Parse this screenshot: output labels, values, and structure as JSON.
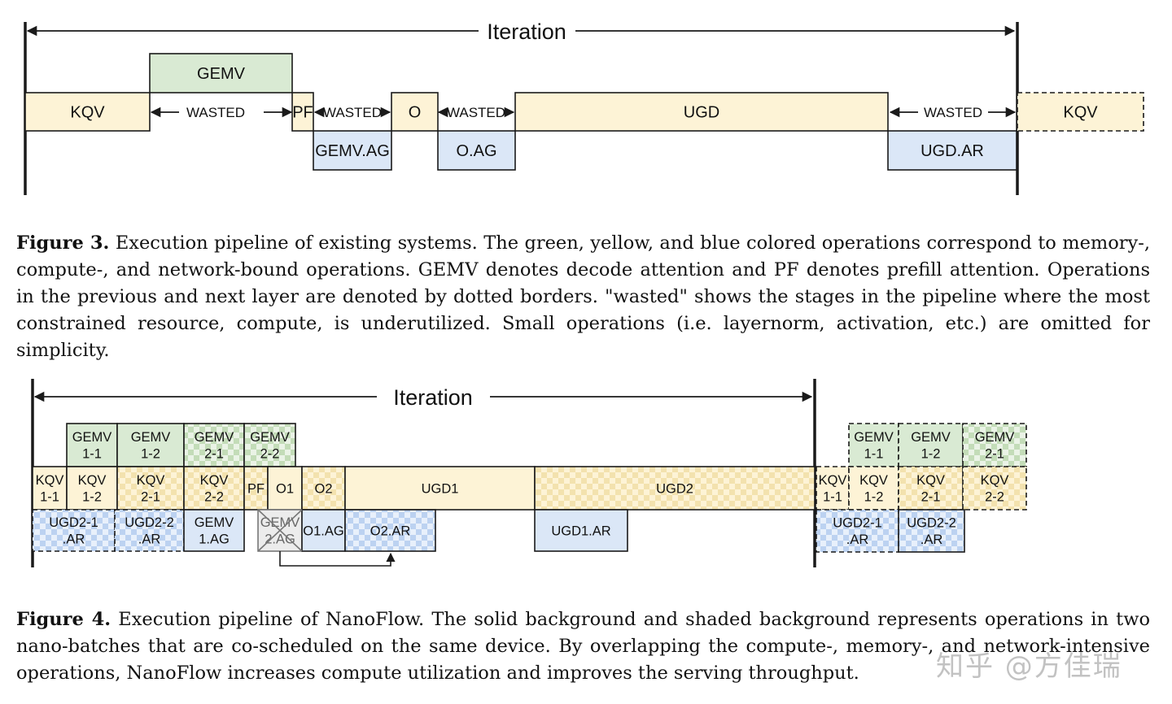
{
  "colors": {
    "compute": "#fdf3d6",
    "memory": "#d9ead3",
    "network": "#dbe7f7",
    "stroke": "#1a1a1a",
    "crossed": "#ececec",
    "dot_compute": "#f1dfa7",
    "dot_memory": "#b9d7ad",
    "dot_network": "#b4cdef"
  },
  "figure3": {
    "iteration_label": "Iteration",
    "blocks": [
      {
        "id": "f3-kqv",
        "lines": [
          "KQV"
        ],
        "kind": "compute"
      },
      {
        "id": "f3-gemv",
        "lines": [
          "GEMV"
        ],
        "kind": "memory"
      },
      {
        "id": "f3-pf",
        "lines": [
          "PF"
        ],
        "kind": "compute"
      },
      {
        "id": "f3-gemv-ag",
        "lines": [
          "GEMV.AG"
        ],
        "kind": "network"
      },
      {
        "id": "f3-o",
        "lines": [
          "O"
        ],
        "kind": "compute"
      },
      {
        "id": "f3-o-ag",
        "lines": [
          "O.AG"
        ],
        "kind": "network"
      },
      {
        "id": "f3-ugd",
        "lines": [
          "UGD"
        ],
        "kind": "compute"
      },
      {
        "id": "f3-ugd-ar",
        "lines": [
          "UGD.AR"
        ],
        "kind": "network"
      },
      {
        "id": "f3-kqv-next",
        "lines": [
          "KQV"
        ],
        "kind": "compute",
        "dashed": true
      }
    ],
    "wasted_label": "WASTED",
    "caption": {
      "label": "Figure 3.",
      "text": "Execution pipeline of existing systems. The green, yellow, and blue colored operations correspond to memory-, compute-, and network-bound operations. GEMV denotes decode attention and PF denotes prefill attention. Operations in the previous and next layer are denoted by dotted borders. \"wasted\" shows the stages in the pipeline where the most constrained resource, compute, is underutilized. Small operations (i.e. layernorm, activation, etc.) are omitted for simplicity."
    }
  },
  "figure4": {
    "iteration_label": "Iteration",
    "blocks": [
      {
        "id": "f4-gemv-1-1",
        "lines": [
          "GEMV",
          "1-1"
        ],
        "kind": "memory"
      },
      {
        "id": "f4-gemv-1-2",
        "lines": [
          "GEMV",
          "1-2"
        ],
        "kind": "memory"
      },
      {
        "id": "f4-gemv-2-1",
        "lines": [
          "GEMV",
          "2-1"
        ],
        "kind": "memory",
        "pattern": true
      },
      {
        "id": "f4-gemv-2-2",
        "lines": [
          "GEMV",
          "2-2"
        ],
        "kind": "memory",
        "pattern": true
      },
      {
        "id": "f4-kqv-1-1",
        "lines": [
          "KQV",
          "1-1"
        ],
        "kind": "compute"
      },
      {
        "id": "f4-kqv-1-2",
        "lines": [
          "KQV",
          "1-2"
        ],
        "kind": "compute"
      },
      {
        "id": "f4-kqv-2-1",
        "lines": [
          "KQV",
          "2-1"
        ],
        "kind": "compute",
        "pattern": true
      },
      {
        "id": "f4-kqv-2-2",
        "lines": [
          "KQV",
          "2-2"
        ],
        "kind": "compute",
        "pattern": true
      },
      {
        "id": "f4-pf",
        "lines": [
          "PF"
        ],
        "kind": "compute",
        "pattern": true
      },
      {
        "id": "f4-o1",
        "lines": [
          "O1"
        ],
        "kind": "compute"
      },
      {
        "id": "f4-o2",
        "lines": [
          "O2"
        ],
        "kind": "compute",
        "pattern": true
      },
      {
        "id": "f4-ugd1",
        "lines": [
          "UGD1"
        ],
        "kind": "compute"
      },
      {
        "id": "f4-ugd2",
        "lines": [
          "UGD2"
        ],
        "kind": "compute",
        "pattern": true
      },
      {
        "id": "f4-ugd2-1-ar",
        "lines": [
          "UGD2-1",
          ".AR"
        ],
        "kind": "network",
        "pattern": true,
        "dashed": true
      },
      {
        "id": "f4-ugd2-2-ar",
        "lines": [
          "UGD2-2",
          ".AR"
        ],
        "kind": "network",
        "pattern": true,
        "dashed": true
      },
      {
        "id": "f4-gemv-1-ag",
        "lines": [
          "GEMV",
          "1.AG"
        ],
        "kind": "network"
      },
      {
        "id": "f4-gemv-2-ag",
        "lines": [
          "GEMV",
          "2.AG"
        ],
        "kind": "crossed"
      },
      {
        "id": "f4-o1-ag",
        "lines": [
          "O1.AG"
        ],
        "kind": "network"
      },
      {
        "id": "f4-o2-ar",
        "lines": [
          "O2.AR"
        ],
        "kind": "network",
        "pattern": true
      },
      {
        "id": "f4-ugd1-ar",
        "lines": [
          "UGD1.AR"
        ],
        "kind": "network"
      },
      {
        "id": "f4-next-gemv-1-1",
        "lines": [
          "GEMV",
          "1-1"
        ],
        "kind": "memory",
        "dashed": true
      },
      {
        "id": "f4-next-gemv-1-2",
        "lines": [
          "GEMV",
          "1-2"
        ],
        "kind": "memory",
        "dashed": true
      },
      {
        "id": "f4-next-gemv-2-1",
        "lines": [
          "GEMV",
          "2-1"
        ],
        "kind": "memory",
        "pattern": true,
        "dashed": true
      },
      {
        "id": "f4-next-kqv-1-1",
        "lines": [
          "KQV",
          "1-1"
        ],
        "kind": "compute",
        "dashed": true
      },
      {
        "id": "f4-next-kqv-1-2",
        "lines": [
          "KQV",
          "1-2"
        ],
        "kind": "compute",
        "dashed": true
      },
      {
        "id": "f4-next-kqv-2-1",
        "lines": [
          "KQV",
          "2-1"
        ],
        "kind": "compute",
        "pattern": true,
        "dashed": true
      },
      {
        "id": "f4-next-kqv-2-2",
        "lines": [
          "KQV",
          "2-2"
        ],
        "kind": "compute",
        "pattern": true,
        "dashed": true
      },
      {
        "id": "f4-next-ugd2-1-ar",
        "lines": [
          "UGD2-1",
          ".AR"
        ],
        "kind": "network",
        "pattern": true,
        "dashed": true
      },
      {
        "id": "f4-next-ugd2-2-ar",
        "lines": [
          "UGD2-2",
          ".AR"
        ],
        "kind": "network",
        "pattern": true
      }
    ],
    "caption": {
      "label": "Figure 4.",
      "text": "Execution pipeline of NanoFlow. The solid background and shaded background represents operations in two nano-batches that are co-scheduled on the same device. By overlapping the compute-, memory-, and network-intensive operations, NanoFlow increases compute utilization and improves the serving throughput."
    }
  },
  "watermark": "知乎 @方佳瑞"
}
